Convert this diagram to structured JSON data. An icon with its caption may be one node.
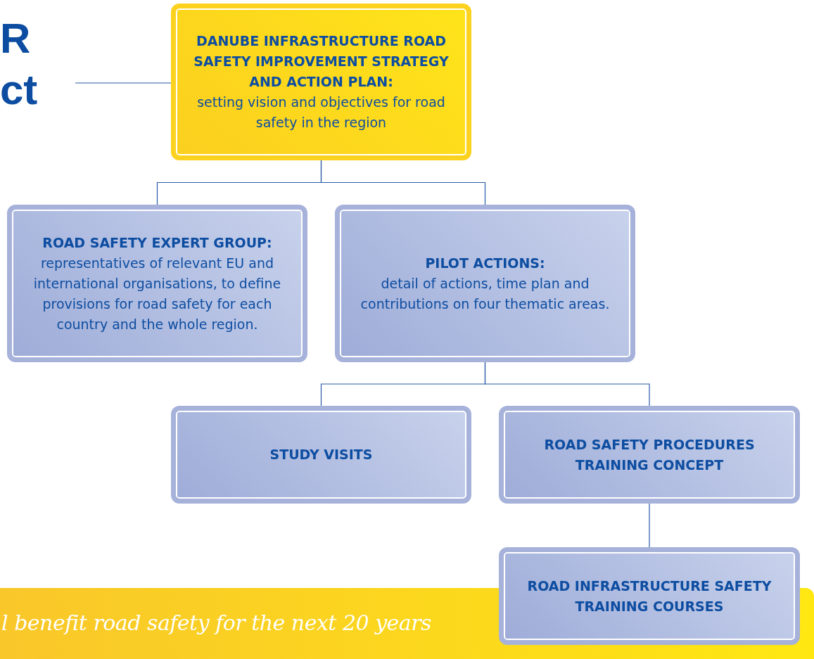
{
  "diagram": {
    "nodes": [
      {
        "text": [
          "DANUBE INFRASTRUCTURE ROAD SAFETY IMPROVEMENT STRATEGY AND ACTION PLAN:",
          "setting vision and objectives for road safety in the region"
        ]
      },
      {
        "text": [
          "ROAD SAFETY EXPERT GROUP:",
          "representatives of relevant EU and international organisations, to define provisions for road safety for each country and the whole region."
        ]
      },
      {
        "text": [
          "PILOT ACTIONS:",
          "detail of actions, time plan and contributions on four thematic areas."
        ]
      },
      {
        "text": [
          "STUDY VISITS"
        ]
      },
      {
        "text": [
          "ROAD SAFETY PROCEDURES TRAINING CONCEPT"
        ]
      },
      {
        "text": [
          "ROAD INFRASTRUCTURE SAFETY TRAINING COURSES"
        ]
      }
    ],
    "edges": [
      {
        "from": null,
        "to": 0,
        "arrow": "none"
      },
      {
        "from": 0,
        "to": 1,
        "arrow": "none"
      },
      {
        "from": 0,
        "to": 2,
        "arrow": "none"
      },
      {
        "from": 2,
        "to": 3,
        "arrow": "none"
      },
      {
        "from": 2,
        "to": 4,
        "arrow": "none"
      },
      {
        "from": 4,
        "to": 5,
        "arrow": "none"
      }
    ],
    "labels": [
      "R",
      "ct",
      "l benefit road safety for the next 20 years"
    ]
  }
}
